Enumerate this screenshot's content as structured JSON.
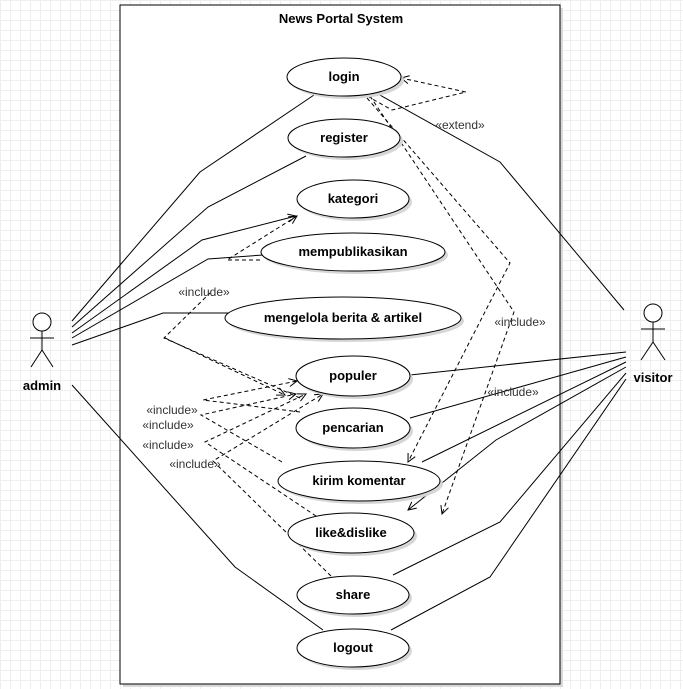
{
  "system": {
    "title": "News Portal System"
  },
  "actors": {
    "admin": "admin",
    "visitor": "visitor"
  },
  "use_cases": {
    "login": "login",
    "register": "register",
    "kategori": "kategori",
    "mempublikasikan": "mempublikasikan",
    "mengelola": "mengelola berita & artikel",
    "populer": "populer",
    "pencarian": "pencarian",
    "kirim_komentar": "kirim komentar",
    "like_dislike": "like&dislike",
    "share": "share",
    "logout": "logout"
  },
  "relations": {
    "extend": "«extend»",
    "include_top": "«include»",
    "include_right_1": "«include»",
    "include_right_2": "«include»",
    "include_left_1": "«include»",
    "include_left_2": "«include»",
    "include_left_3": "«include»",
    "include_left_4": "«include»"
  },
  "colors": {
    "line": "#000000",
    "shadow": "#d4d4d4",
    "fill": "#ffffff",
    "grid": "#eeeeee"
  }
}
